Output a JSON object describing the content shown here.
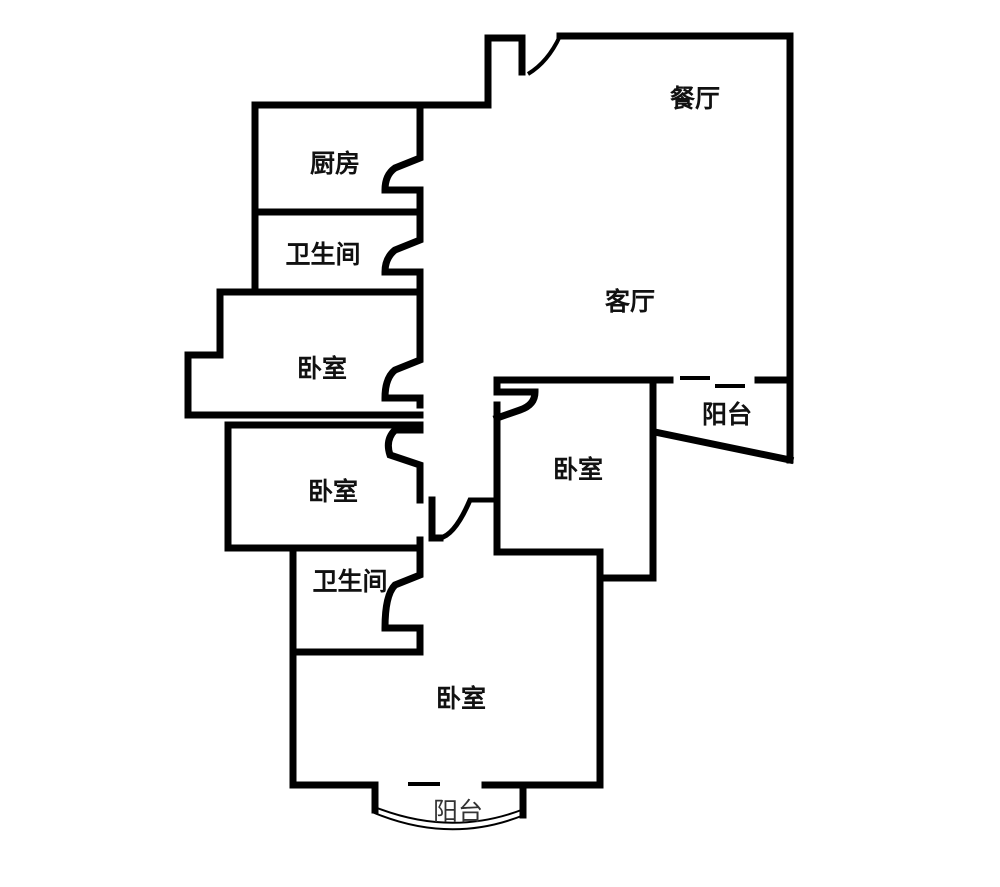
{
  "rooms": {
    "dining": "餐厅",
    "kitchen": "厨房",
    "bathroom_1": "卫生间",
    "living": "客厅",
    "bedroom_1": "卧室",
    "balcony_1": "阳台",
    "bedroom_2": "卧室",
    "bedroom_3": "卧室",
    "bathroom_2": "卫生间",
    "master_bedroom": "卧室",
    "balcony_2": "阳台"
  }
}
